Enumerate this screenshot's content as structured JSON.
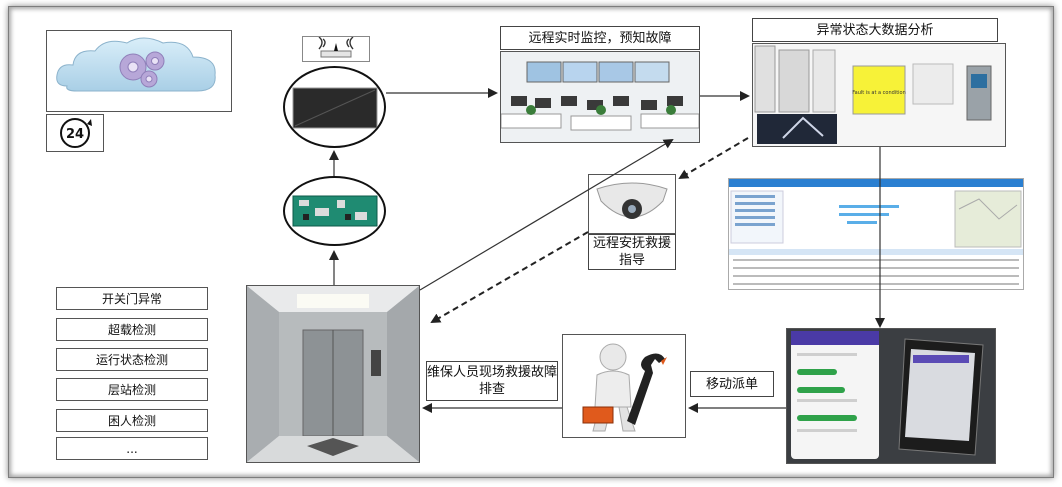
{
  "labels": {
    "remote_monitor": "远程实时监控，预知故障",
    "big_data": "异常状态大数据分析",
    "remote_rescue": "远程安抚救援指导",
    "onsite_rescue": "维保人员现场救援故障排查",
    "mobile_dispatch": "移动派单"
  },
  "features": [
    "开关门异常",
    "超载检测",
    "运行状态检测",
    "层站检测",
    "困人检测",
    "..."
  ],
  "icons": {
    "cloud": "cloud-gears-icon",
    "clock": "24-hour-clock-icon",
    "wifi": "wireless-router-icon"
  },
  "clock_text": "24",
  "popup_text": "Fault is at a condition"
}
